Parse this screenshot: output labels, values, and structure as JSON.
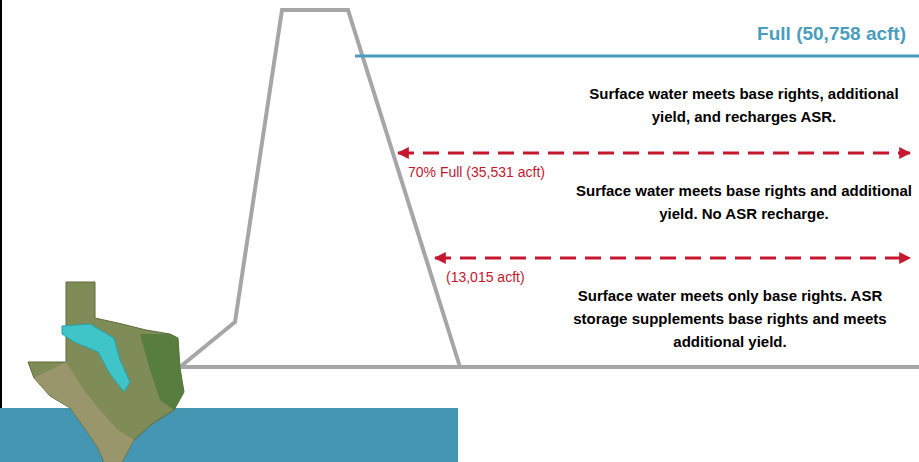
{
  "diagram": {
    "labels": [
      "Full (50,758 acft)",
      "Surface water meets base rights, additional yield, and recharges ASR.",
      "70% Full (35,531 acft)",
      "Surface water meets base rights and additional yield. No ASR recharge.",
      "(13,015 acft)",
      "Surface water meets only base rights. ASR storage supplements base rights and meets additional yield."
    ]
  }
}
